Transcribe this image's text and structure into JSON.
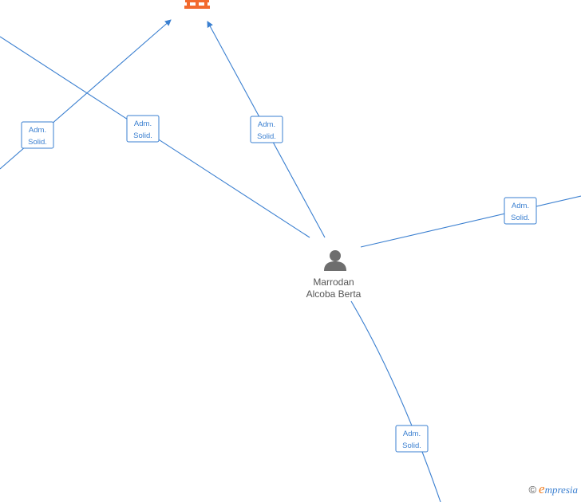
{
  "person": {
    "name_line1": "Marrodan",
    "name_line2": "Alcoba Berta",
    "icon": "person-icon"
  },
  "company": {
    "icon": "building-icon",
    "color": "#f26a2e"
  },
  "relations": [
    {
      "line1": "Adm.",
      "line2": "Solid."
    },
    {
      "line1": "Adm.",
      "line2": "Solid."
    },
    {
      "line1": "Adm.",
      "line2": "Solid."
    },
    {
      "line1": "Adm.",
      "line2": "Solid."
    },
    {
      "line1": "Adm.",
      "line2": "Solid."
    }
  ],
  "colors": {
    "edge": "#3a7fd0",
    "label_text": "#555555",
    "brand_e": "#f07a1a"
  },
  "watermark": {
    "copyright": "©",
    "brand_initial": "e",
    "brand_rest": "mpresia"
  }
}
